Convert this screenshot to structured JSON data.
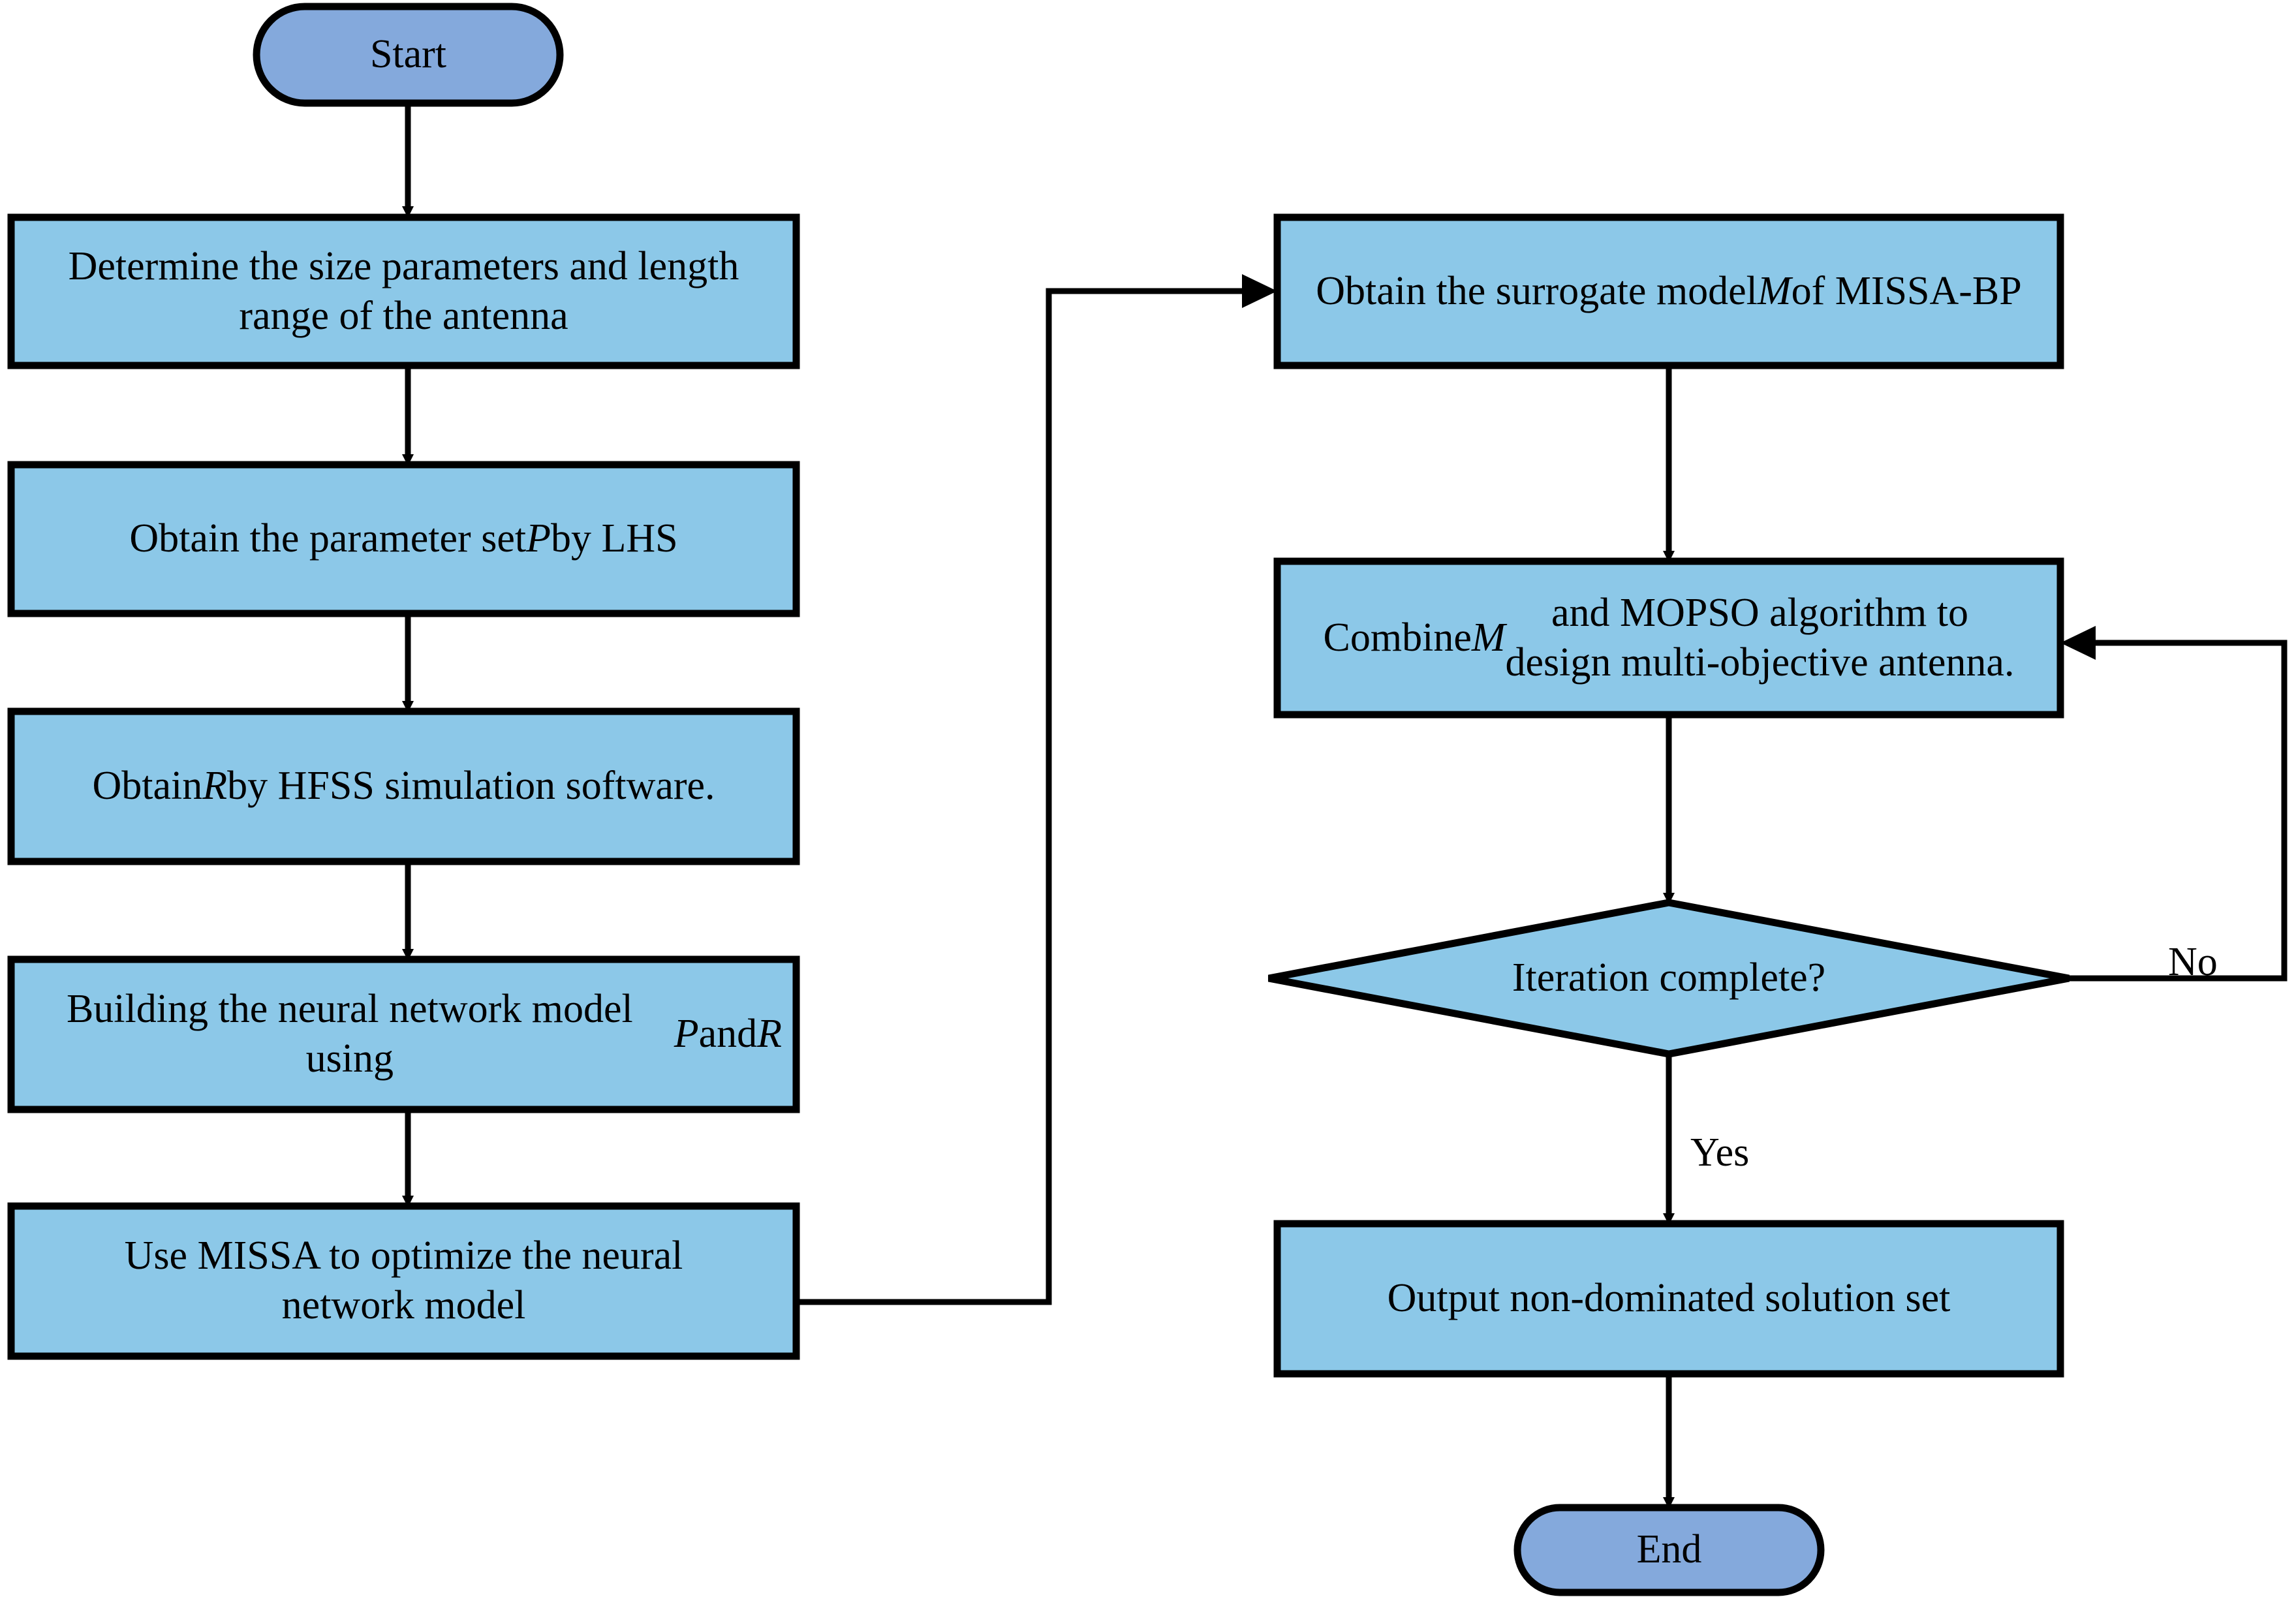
{
  "diagram": {
    "title": "MISSA-BP surrogate-model antenna design flowchart",
    "colors": {
      "process_fill": "#8CC8E8",
      "terminator_fill": "#84A9DC",
      "decision_fill": "#8CC8E8",
      "stroke": "#000000",
      "background": "#FFFFFF",
      "text": "#000000"
    },
    "nodes": {
      "start": {
        "label": "Start",
        "shape": "terminator"
      },
      "determine_size": {
        "label": "Determine the size parameters and length\nrange of the antenna",
        "shape": "process"
      },
      "obtain_p": {
        "label_pre": "Obtain the parameter set ",
        "label_var": "P",
        "label_post": " by LHS",
        "plain": "Obtain the parameter set P by LHS",
        "shape": "process"
      },
      "obtain_r": {
        "label_pre": "Obtain ",
        "label_var": "R",
        "label_post": "  by HFSS simulation software.",
        "plain": "Obtain R  by HFSS simulation software.",
        "shape": "process"
      },
      "build_nn": {
        "label_pre": "Building the neural network model using\n",
        "label_var": "P",
        "label_mid": " and ",
        "label_var2": "R",
        "plain": "Building the neural network model using P and R",
        "shape": "process"
      },
      "use_missa": {
        "label": "Use MISSA to optimize the neural\nnetwork model",
        "shape": "process"
      },
      "surrogate": {
        "label_pre": "Obtain the surrogate model ",
        "label_var": "M",
        "label_post": " of MISSA-BP",
        "plain": "Obtain the surrogate model M of MISSA-BP",
        "shape": "process"
      },
      "combine": {
        "label_pre": "Combine ",
        "label_var": "M",
        "label_post": " and MOPSO algorithm to\ndesign multi-objective antenna.",
        "plain": "Combine M and MOPSO algorithm to design multi-objective antenna.",
        "shape": "process"
      },
      "decision": {
        "label": "Iteration complete?",
        "shape": "decision"
      },
      "output": {
        "label": "Output non-dominated solution set",
        "shape": "process"
      },
      "end": {
        "label": "End",
        "shape": "terminator"
      }
    },
    "edge_labels": {
      "yes": "Yes",
      "no": "No"
    },
    "edges": [
      {
        "from": "start",
        "to": "determine_size",
        "label": ""
      },
      {
        "from": "determine_size",
        "to": "obtain_p",
        "label": ""
      },
      {
        "from": "obtain_p",
        "to": "obtain_r",
        "label": ""
      },
      {
        "from": "obtain_r",
        "to": "build_nn",
        "label": ""
      },
      {
        "from": "build_nn",
        "to": "use_missa",
        "label": ""
      },
      {
        "from": "use_missa",
        "to": "surrogate",
        "label": ""
      },
      {
        "from": "surrogate",
        "to": "combine",
        "label": ""
      },
      {
        "from": "combine",
        "to": "decision",
        "label": ""
      },
      {
        "from": "decision",
        "to": "output",
        "label": "Yes"
      },
      {
        "from": "decision",
        "to": "combine",
        "label": "No"
      },
      {
        "from": "output",
        "to": "end",
        "label": ""
      }
    ]
  }
}
